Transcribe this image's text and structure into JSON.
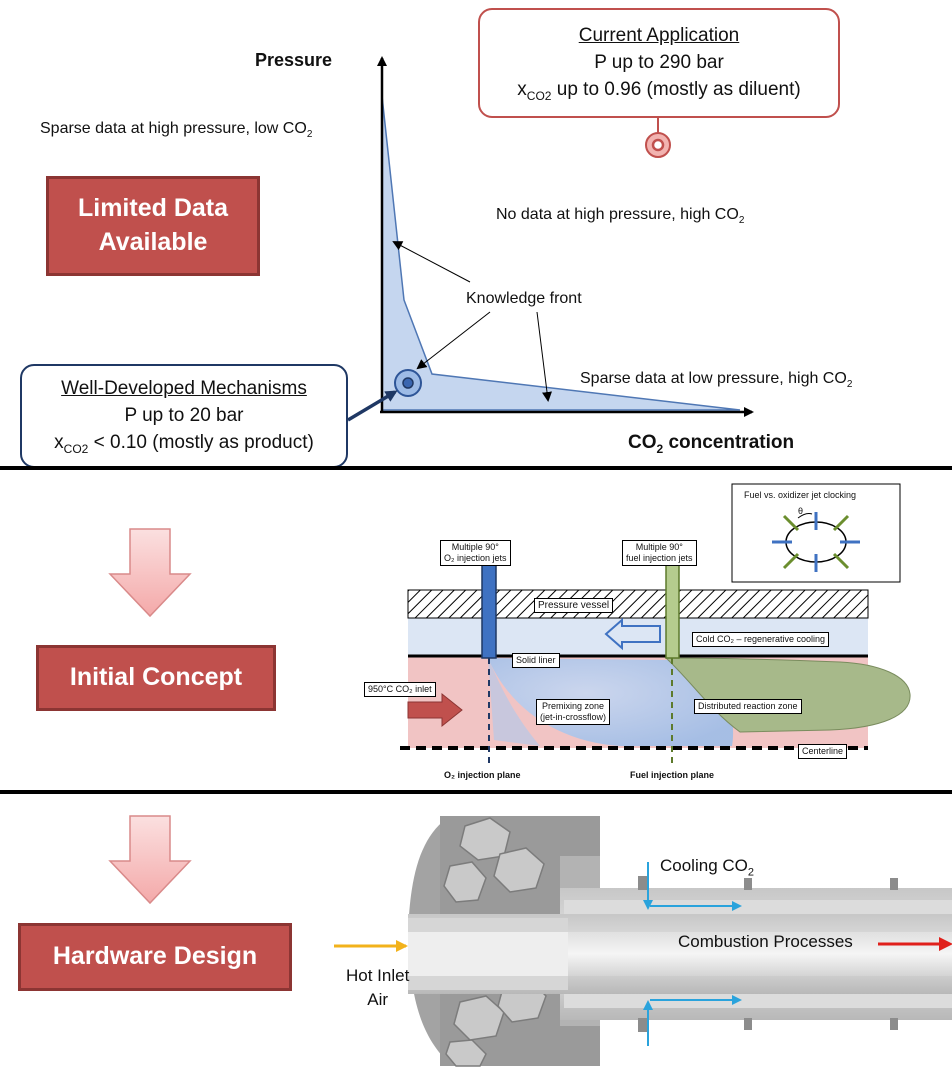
{
  "panel1": {
    "y_axis_label": "Pressure",
    "x_axis_label_main": "CO",
    "x_axis_label_sub": "2",
    "x_axis_label_rest": " concentration",
    "limited_data": [
      "Limited Data",
      "Available"
    ],
    "note_high_p_low_co2": "Sparse data at high pressure, low CO",
    "note_high_p_high_co2": "No data at high pressure, high CO",
    "note_low_p_high_co2": "Sparse data at low pressure, high CO",
    "co2_sub": "2",
    "knowledge_front": "Knowledge front",
    "current_app": {
      "title": "Current Application",
      "line1": "P up to 290 bar",
      "line2_pre": "x",
      "line2_sub": "CO2",
      "line2_post": " up to 0.96 (mostly as diluent)"
    },
    "well_developed": {
      "title": "Well-Developed Mechanisms",
      "line1": "P up to 20 bar",
      "line2_pre": "x",
      "line2_sub": "CO2",
      "line2_post": " < 0.10 (mostly as product)"
    }
  },
  "panel2": {
    "label": "Initial Concept",
    "inset_title": "Fuel vs. oxidizer jet clocking",
    "inset_theta": "θ",
    "o2_jets": [
      "Multiple 90°",
      "O₂ injection jets"
    ],
    "fuel_jets": [
      "Multiple 90°",
      "fuel injection jets"
    ],
    "pressure_vessel": "Pressure vessel",
    "cold_co2": "Cold CO₂ – regenerative cooling",
    "solid_liner": "Solid liner",
    "inlet": "950°C CO₂ inlet",
    "premixing": [
      "Premixing zone",
      "(jet-in-crossflow)"
    ],
    "distributed": "Distributed reaction zone",
    "centerline": "Centerline",
    "o2_plane": "O₂ injection plane",
    "fuel_plane": "Fuel injection plane"
  },
  "panel3": {
    "label": "Hardware Design",
    "cooling": "Cooling CO",
    "cooling_sub": "2",
    "combustion": "Combustion Processes",
    "hot_inlet": [
      "Hot Inlet",
      "Air"
    ]
  },
  "colors": {
    "red_box": "#c0504d",
    "knowledge_fill": "#c5d6ef",
    "knowledge_stroke": "#4f77b4",
    "callout_red": "#c0504d",
    "callout_blue": "#1f3864",
    "arrow_pink": "#f6b5b5"
  }
}
